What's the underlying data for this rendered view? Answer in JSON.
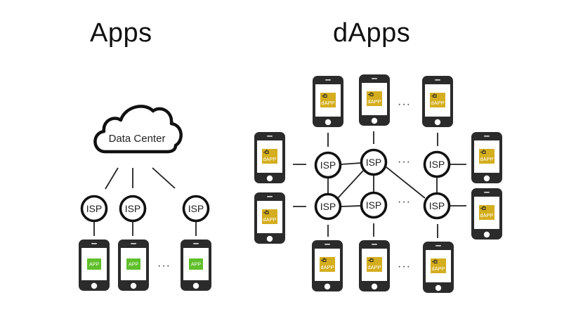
{
  "titles": {
    "left": "Apps",
    "right": "dApps"
  },
  "apps_diagram": {
    "cloud_label": "Data Center",
    "isp_label": "ISP",
    "app_label": "APP",
    "ellipsis": "···",
    "isp_count_shown": 3,
    "phone_count_shown": 3,
    "app_icon_color": "#5fbf2a"
  },
  "dapps_diagram": {
    "isp_label": "ISP",
    "dapp_label": "dAPP",
    "ellipsis": "···",
    "isp_nodes": 6,
    "phones": 10,
    "dapp_icon_color": "#d4ae1e",
    "dapp_icon": "plug-icon"
  },
  "colors": {
    "phone_body": "#2b2b2b",
    "screen": "#ffffff",
    "line": "#222222"
  }
}
